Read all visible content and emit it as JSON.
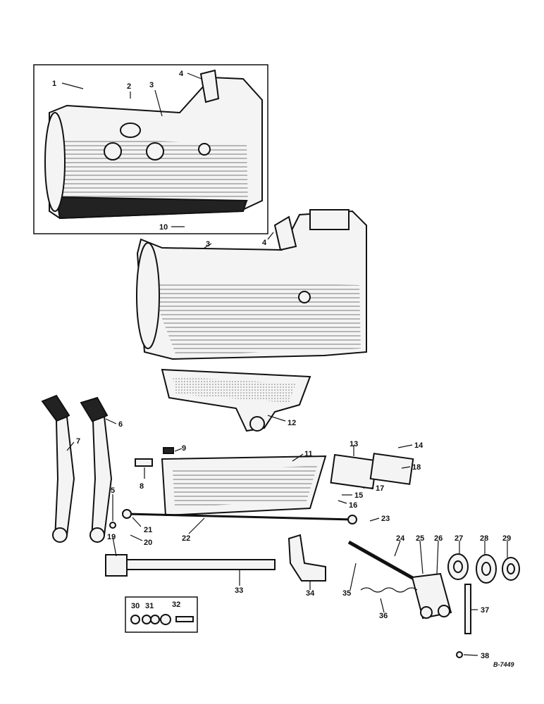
{
  "callouts": [
    "1",
    "2",
    "3",
    "4",
    "10",
    "3",
    "4",
    "12",
    "6",
    "7",
    "9",
    "8",
    "11",
    "13",
    "14",
    "18",
    "17",
    "15",
    "16",
    "5",
    "21",
    "22",
    "23",
    "19",
    "20",
    "24",
    "25",
    "26",
    "27",
    "28",
    "29",
    "34",
    "35",
    "36",
    "33",
    "30",
    "31",
    "32",
    "37",
    "38"
  ],
  "drawing_number": "B-7449",
  "colors": {
    "ink": "#111111",
    "paper": "#ffffff",
    "shade": "#cfcfcf"
  }
}
